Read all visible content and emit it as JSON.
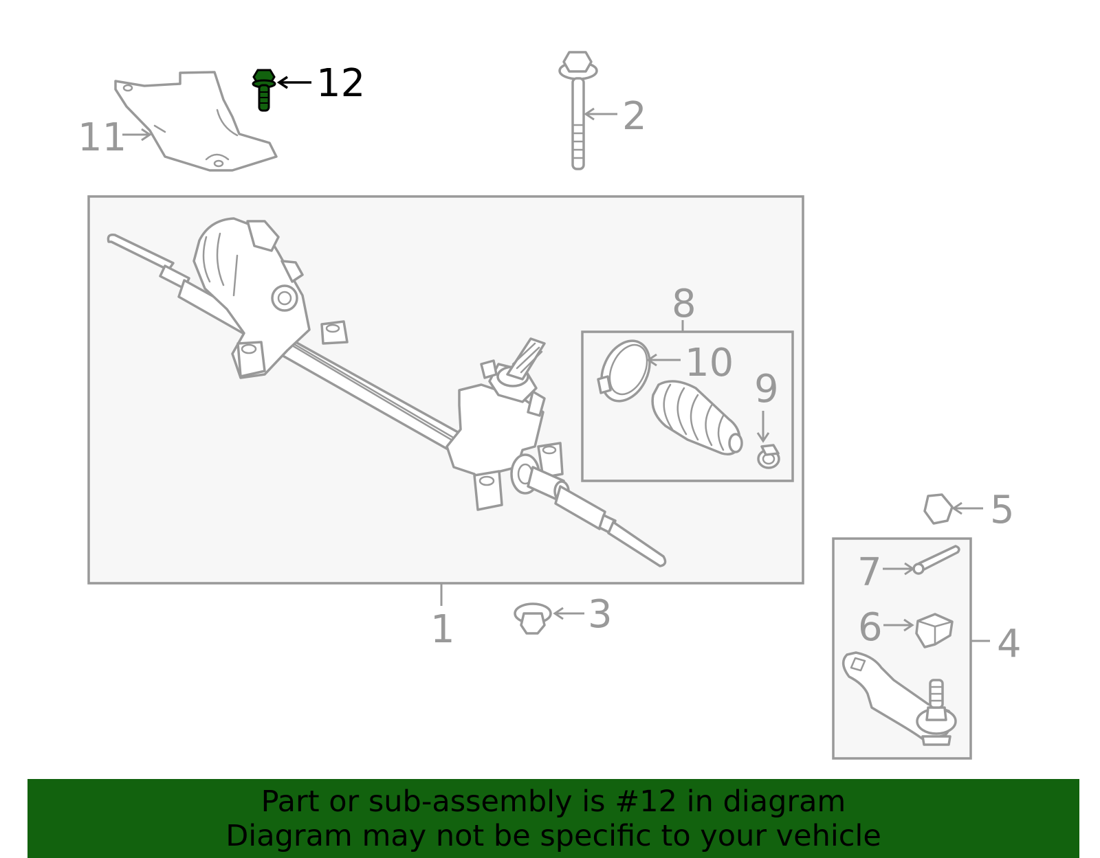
{
  "highlight_color": "#12620e",
  "callouts": {
    "c1": "1",
    "c2": "2",
    "c3": "3",
    "c4": "4",
    "c5": "5",
    "c6": "6",
    "c7": "7",
    "c8": "8",
    "c9": "9",
    "c10": "10",
    "c11": "11",
    "c12": "12"
  },
  "highlighted_part": "12",
  "banner": {
    "line1": "Part or sub-assembly is #12 in diagram",
    "line2": "Diagram may not be specific to your vehicle"
  }
}
